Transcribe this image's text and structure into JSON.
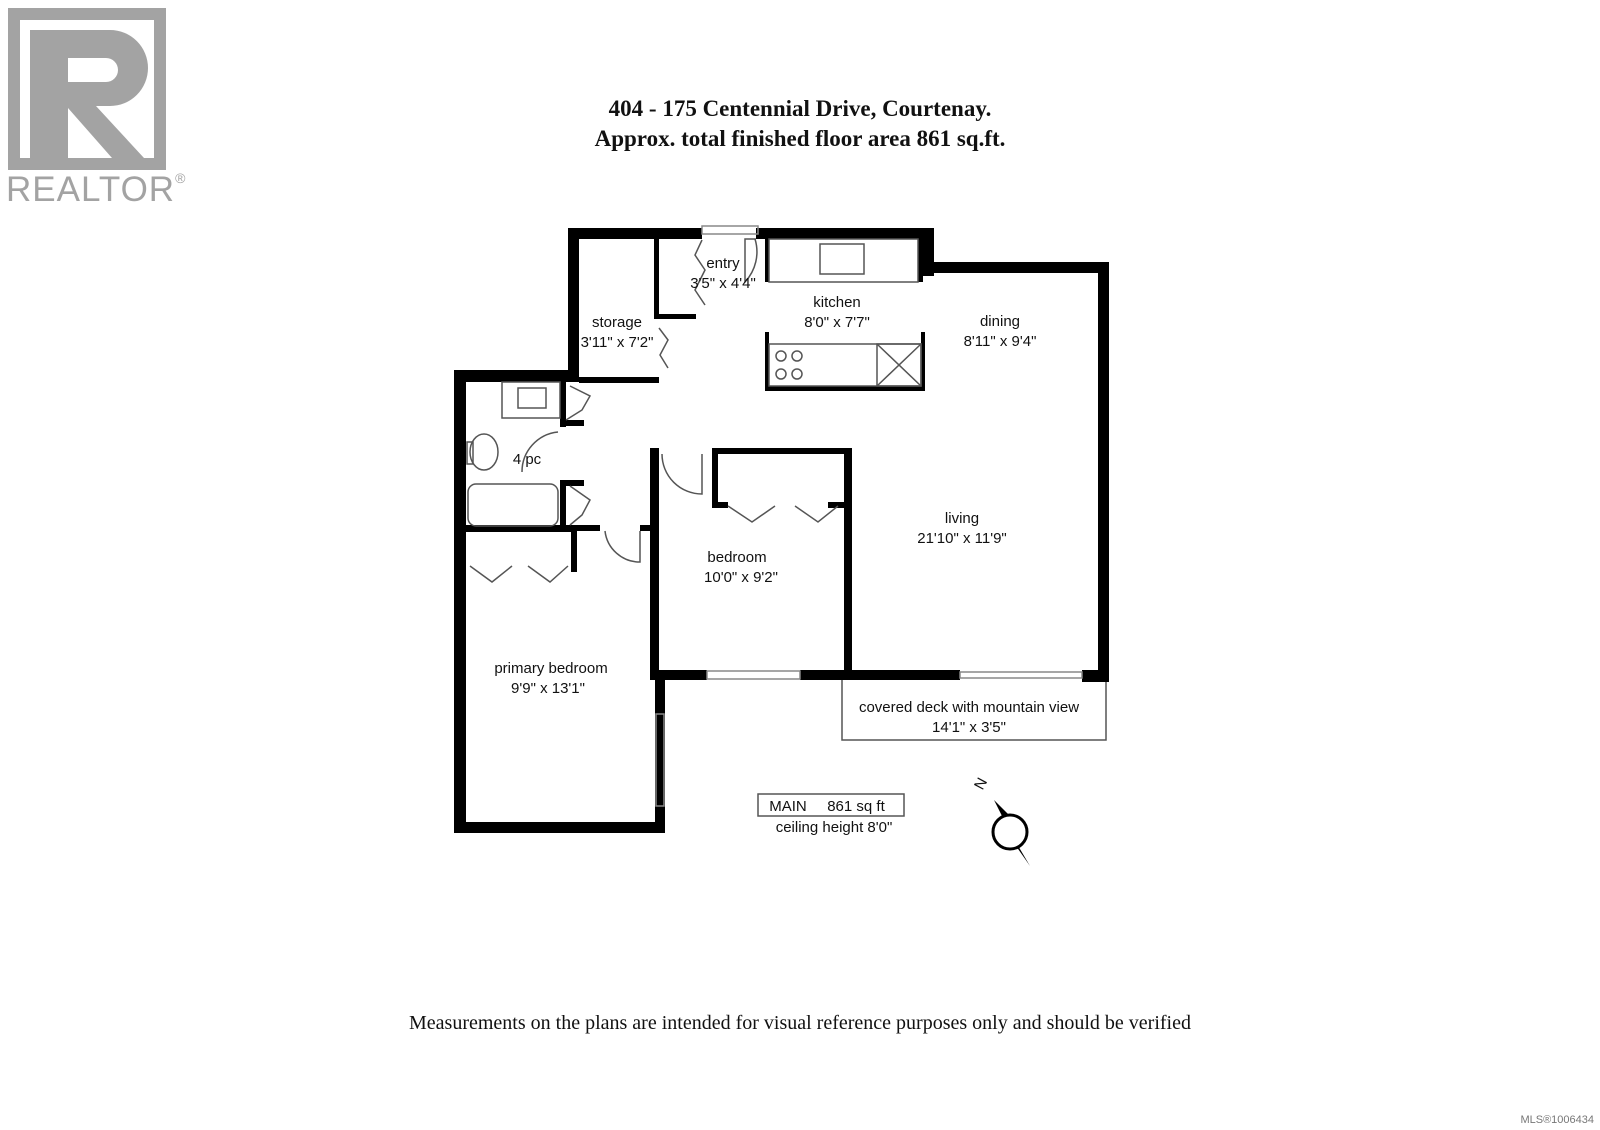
{
  "header": {
    "address": "404 - 175 Centennial Drive, Courtenay.",
    "area_line": "Approx. total finished floor area 861 sq.ft."
  },
  "logo": {
    "text": "REALTOR",
    "mark": "®",
    "icon": "realtor-r-logo",
    "color": "#a3a3a3"
  },
  "rooms": {
    "entry": {
      "name": "entry",
      "size": "3'5\" x 4'4\""
    },
    "storage": {
      "name": "storage",
      "size": "3'11\" x 7'2\""
    },
    "kitchen": {
      "name": "kitchen",
      "size": "8'0\" x 7'7\""
    },
    "dining": {
      "name": "dining",
      "size": "8'11\" x 9'4\""
    },
    "bath": {
      "name": "4 pc"
    },
    "living": {
      "name": "living",
      "size": "21'10\" x 11'9\""
    },
    "bedroom": {
      "name": "bedroom",
      "size": "10'0\" x 9'2\""
    },
    "primary": {
      "name": "primary bedroom",
      "size": "9'9\" x 13'1\""
    },
    "deck": {
      "name": "covered deck with mountain view",
      "size": "14'1\" x 3'5\""
    }
  },
  "summary": {
    "level": "MAIN",
    "area": "861 sq ft",
    "ceiling": "ceiling height 8'0\""
  },
  "compass": {
    "label": "N"
  },
  "disclaimer": "Measurements on the plans are intended for visual reference purposes only and should be verified",
  "mls": "MLS®1006434",
  "colors": {
    "wall": "#000000",
    "text": "#111111"
  }
}
